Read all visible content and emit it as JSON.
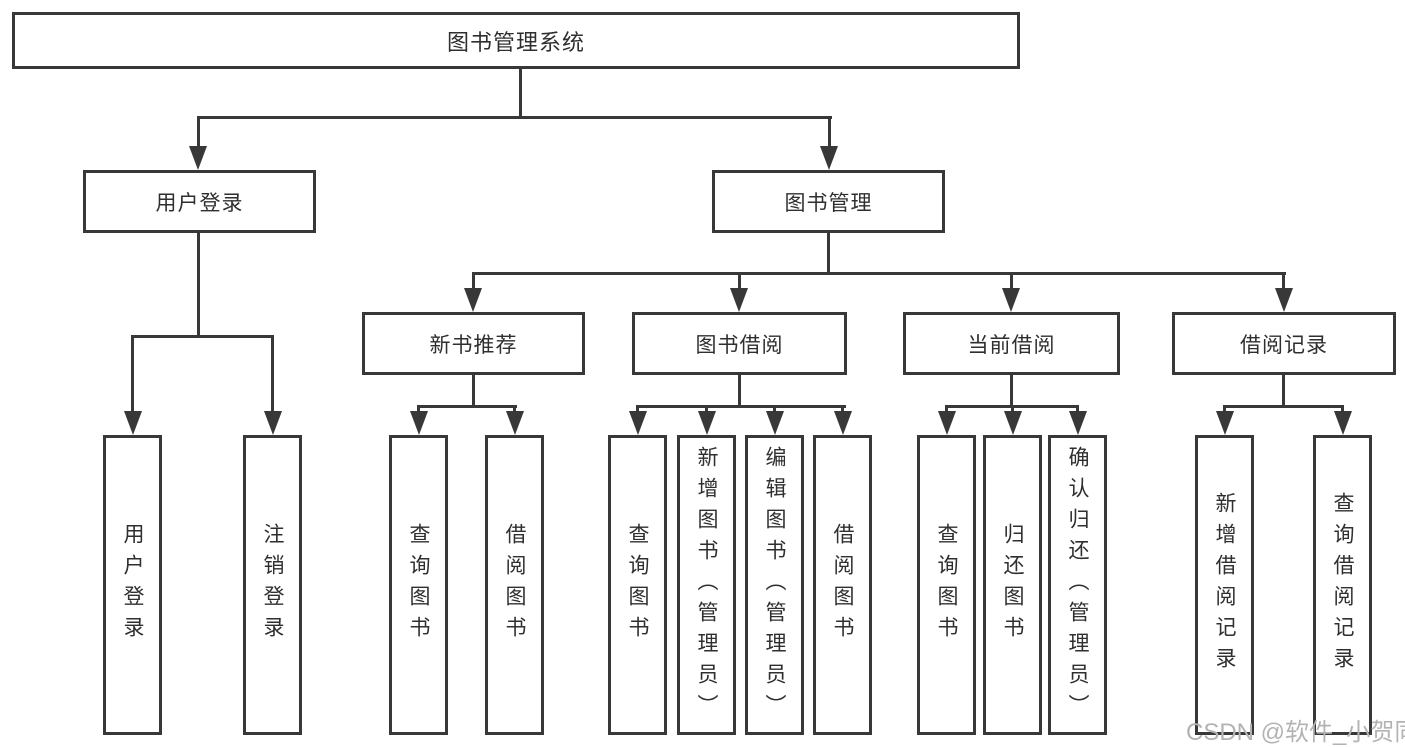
{
  "root": {
    "label": "图书管理系统"
  },
  "level2": [
    {
      "label": "用户登录"
    },
    {
      "label": "图书管理"
    }
  ],
  "level3": [
    {
      "label": "新书推荐"
    },
    {
      "label": "图书借阅"
    },
    {
      "label": "当前借阅"
    },
    {
      "label": "借阅记录"
    }
  ],
  "leaves": {
    "user_login": [
      {
        "label": "用户登录"
      },
      {
        "label": "注销登录"
      }
    ],
    "new_book": [
      {
        "label": "查询图书"
      },
      {
        "label": "借阅图书"
      }
    ],
    "book_borrow": [
      {
        "label": "查询图书"
      },
      {
        "label": "新增图书（管理员）"
      },
      {
        "label": "编辑图书（管理员）"
      },
      {
        "label": "借阅图书"
      }
    ],
    "current_borrow": [
      {
        "label": "查询图书"
      },
      {
        "label": "归还图书"
      },
      {
        "label": "确认归还（管理员）"
      }
    ],
    "borrow_records": [
      {
        "label": "新增借阅记录"
      },
      {
        "label": "查询借阅记录"
      }
    ]
  },
  "watermark": {
    "text": "CSDN @软件_小贺同学"
  },
  "colors": {
    "line": "#383838",
    "text": "#2f2f2f",
    "watermark": "#b3b3b3",
    "background": "#ffffff"
  }
}
